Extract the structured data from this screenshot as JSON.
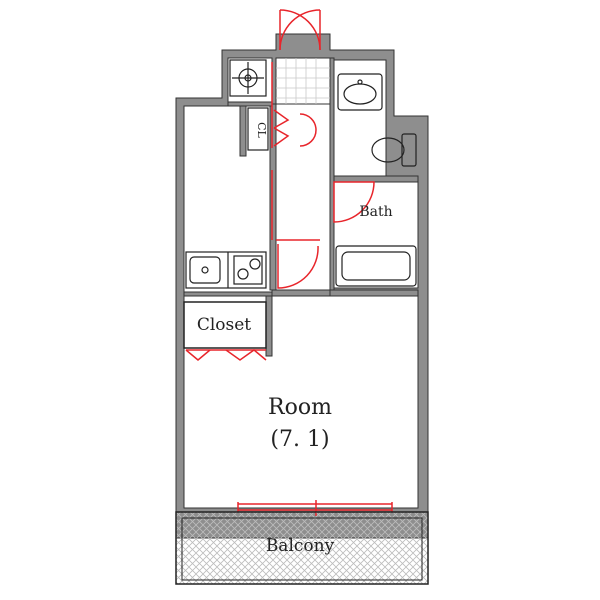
{
  "labels": {
    "room": "Room",
    "room_size": "(7. 1)",
    "closet": "Closet",
    "bath": "Bath",
    "balcony": "Balcony",
    "cl": "CL"
  },
  "colors": {
    "wall": "#8e8e8e",
    "door": "#e8252b",
    "line": "#222222",
    "hatch": "#bcbcbc",
    "background": "#ffffff"
  }
}
